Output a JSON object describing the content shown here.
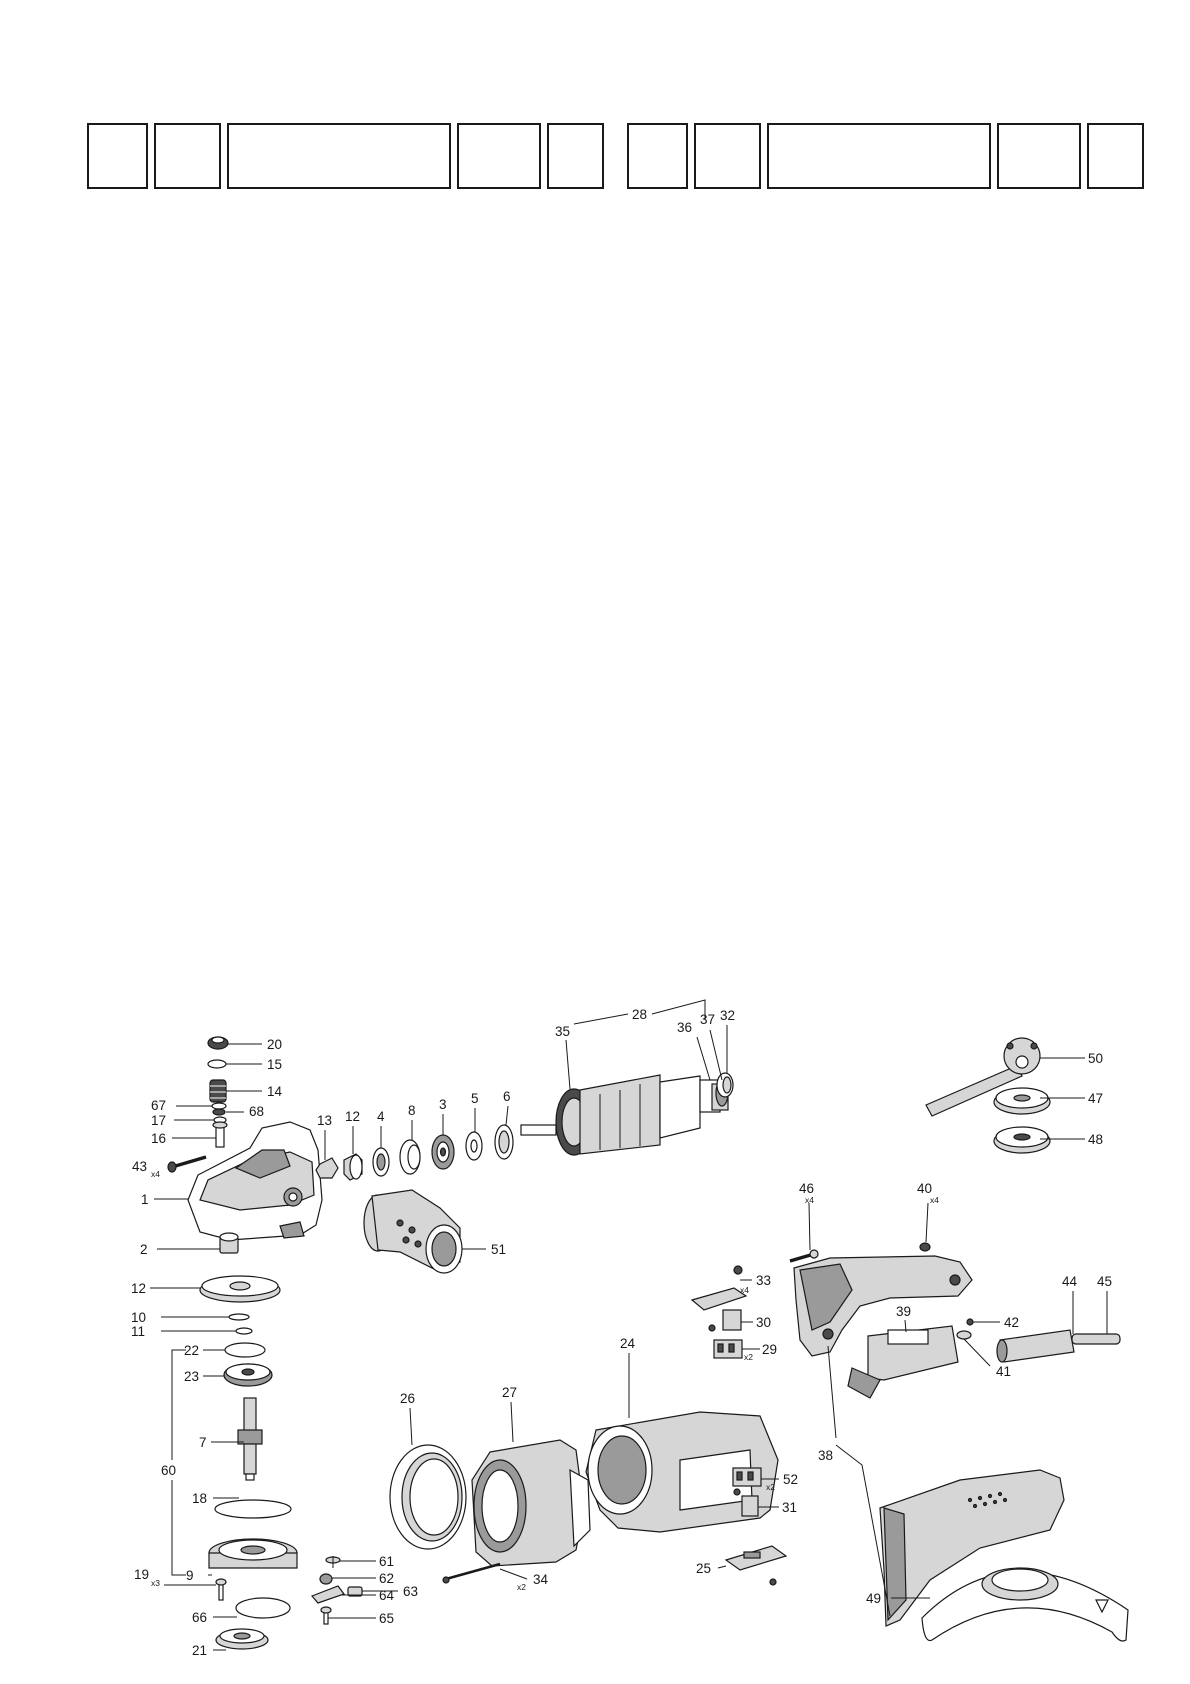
{
  "header": {
    "left_cells": [
      "",
      "",
      "",
      "",
      ""
    ],
    "right_cells": [
      "",
      "",
      "",
      "",
      ""
    ]
  },
  "diagram": {
    "callouts": [
      {
        "id": "c1",
        "label": "1"
      },
      {
        "id": "c2",
        "label": "2"
      },
      {
        "id": "c3",
        "label": "3"
      },
      {
        "id": "c4",
        "label": "4"
      },
      {
        "id": "c5",
        "label": "5"
      },
      {
        "id": "c6",
        "label": "6"
      },
      {
        "id": "c7",
        "label": "7"
      },
      {
        "id": "c8",
        "label": "8"
      },
      {
        "id": "c9",
        "label": "9"
      },
      {
        "id": "c10",
        "label": "10"
      },
      {
        "id": "c11",
        "label": "11"
      },
      {
        "id": "c12a",
        "label": "12"
      },
      {
        "id": "c12b",
        "label": "12"
      },
      {
        "id": "c13",
        "label": "13"
      },
      {
        "id": "c14",
        "label": "14"
      },
      {
        "id": "c15",
        "label": "15"
      },
      {
        "id": "c16",
        "label": "16"
      },
      {
        "id": "c17",
        "label": "17"
      },
      {
        "id": "c18",
        "label": "18"
      },
      {
        "id": "c19",
        "label": "19",
        "qty": "x3"
      },
      {
        "id": "c20",
        "label": "20"
      },
      {
        "id": "c21",
        "label": "21"
      },
      {
        "id": "c22",
        "label": "22"
      },
      {
        "id": "c23",
        "label": "23"
      },
      {
        "id": "c24",
        "label": "24"
      },
      {
        "id": "c25",
        "label": "25"
      },
      {
        "id": "c26",
        "label": "26"
      },
      {
        "id": "c27",
        "label": "27"
      },
      {
        "id": "c28",
        "label": "28"
      },
      {
        "id": "c29",
        "label": "29",
        "qty": "x2"
      },
      {
        "id": "c30",
        "label": "30"
      },
      {
        "id": "c31",
        "label": "31"
      },
      {
        "id": "c32",
        "label": "32"
      },
      {
        "id": "c33",
        "label": "33",
        "qty": "x4"
      },
      {
        "id": "c34",
        "label": "34",
        "qty": "x2"
      },
      {
        "id": "c35",
        "label": "35"
      },
      {
        "id": "c36",
        "label": "36"
      },
      {
        "id": "c37",
        "label": "37"
      },
      {
        "id": "c38",
        "label": "38"
      },
      {
        "id": "c39",
        "label": "39"
      },
      {
        "id": "c40",
        "label": "40",
        "qty": "x4"
      },
      {
        "id": "c41",
        "label": "41"
      },
      {
        "id": "c42",
        "label": "42"
      },
      {
        "id": "c43",
        "label": "43",
        "qty": "x4"
      },
      {
        "id": "c44",
        "label": "44"
      },
      {
        "id": "c45",
        "label": "45"
      },
      {
        "id": "c46",
        "label": "46",
        "qty": "x4"
      },
      {
        "id": "c47",
        "label": "47"
      },
      {
        "id": "c48",
        "label": "48"
      },
      {
        "id": "c49",
        "label": "49"
      },
      {
        "id": "c50",
        "label": "50"
      },
      {
        "id": "c51",
        "label": "51"
      },
      {
        "id": "c52",
        "label": "52",
        "qty": "x2"
      },
      {
        "id": "c60",
        "label": "60"
      },
      {
        "id": "c61",
        "label": "61"
      },
      {
        "id": "c62",
        "label": "62"
      },
      {
        "id": "c63",
        "label": "63"
      },
      {
        "id": "c64",
        "label": "64"
      },
      {
        "id": "c65",
        "label": "65"
      },
      {
        "id": "c66",
        "label": "66"
      },
      {
        "id": "c67",
        "label": "67"
      },
      {
        "id": "c68",
        "label": "68"
      }
    ]
  }
}
